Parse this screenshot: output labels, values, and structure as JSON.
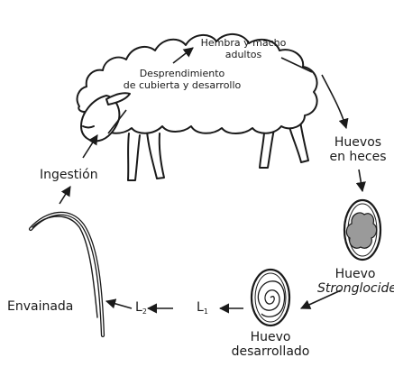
{
  "labels": {
    "adults_line1": "Hembra y macho",
    "adults_line2": "adultos",
    "moult_line1": "Desprendimiento",
    "moult_line2": "de cubierta y desarrollo",
    "eggs_feces_line1": "Huevos",
    "eggs_feces_line2": "en heces",
    "egg_line1": "Huevo",
    "egg_line2": "Stronglocide",
    "developed_line1": "Huevo",
    "developed_line2": "desarrollado",
    "l1_letter": "L",
    "l1_sub": "1",
    "l2_letter": "L",
    "l2_sub": "2",
    "sheathed": "Envainada",
    "ingestion": "Ingestión"
  },
  "colors": {
    "ink": "#1a1a1a",
    "egg_fill": "#9a9a9a",
    "egg_shell": "#ffffff"
  },
  "icons": {
    "sheep": "sheep-icon",
    "larva": "sheathed-larva-icon",
    "egg": "strongylid-egg-icon",
    "developed_egg": "developed-egg-icon"
  }
}
